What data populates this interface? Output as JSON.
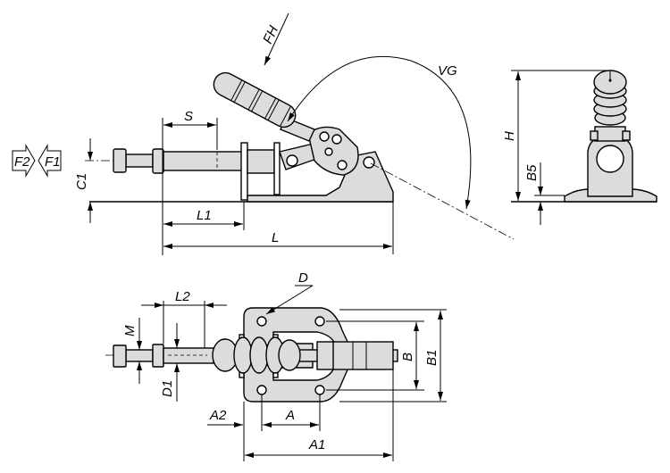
{
  "drawing": {
    "title": "Push-pull toggle clamp dimension drawing",
    "force_symbols": {
      "f2": "F2",
      "f1": "F1"
    },
    "hand_force": "FH",
    "opening_angle": "VG",
    "dimensions": {
      "s": "S",
      "c1": "C1",
      "l1": "L1",
      "l": "L",
      "h": "H",
      "b5": "B5",
      "d": "D",
      "l2": "L2",
      "m": "M",
      "d1": "D1",
      "b": "B",
      "b1": "B1",
      "a2": "A2",
      "a": "A",
      "a1": "A1"
    }
  }
}
